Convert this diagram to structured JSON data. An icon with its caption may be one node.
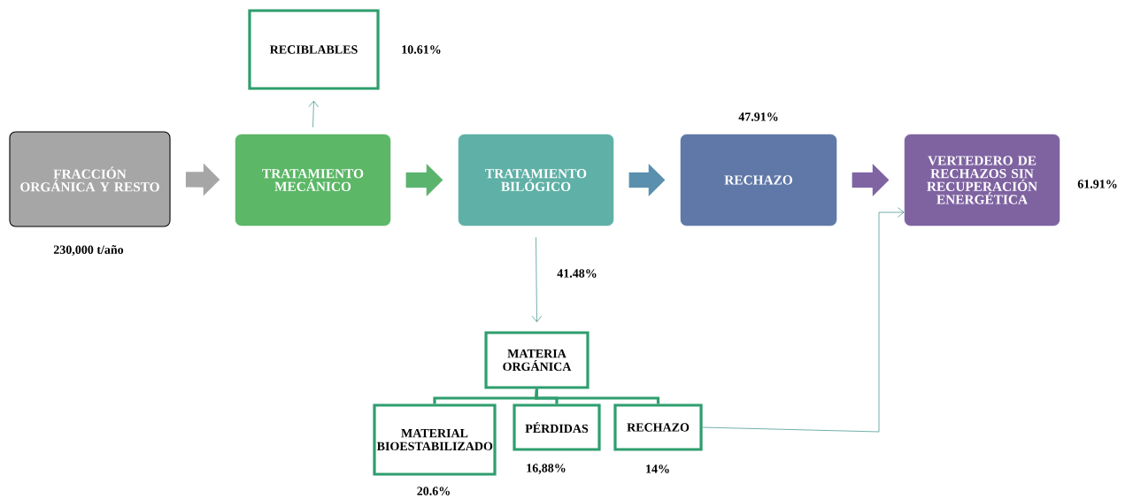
{
  "diagram": {
    "nodes": [
      {
        "text": [
          "FRACCIÓN ORGÁNICA Y RESTO"
        ],
        "beside": [
          "230,000 t/año"
        ]
      },
      {
        "text": [
          "RECIBLABLES"
        ],
        "beside": [
          "10.61%"
        ]
      },
      {
        "text": [
          "TRATAMIENTO MECÁNICO"
        ]
      },
      {
        "text": [
          "TRATAMIENTO BILÓGICO"
        ]
      },
      {
        "text": [
          "RECHAZO"
        ],
        "beside": [
          "47.91%"
        ]
      },
      {
        "text": [
          "VERTEDERO DE RECHAZOS SIN RECUPERACIÓN ENERGÉTICA"
        ],
        "beside": [
          "61.91%"
        ]
      },
      {
        "text": [
          "MATERIA ORGÁNICA"
        ]
      },
      {
        "text": [
          "MATERIAL BIOESTABILIZADO"
        ],
        "beside": [
          "20.6%"
        ]
      },
      {
        "text": [
          "PÉRDIDAS"
        ],
        "beside": [
          "16,88%"
        ]
      },
      {
        "text": [
          "RECHAZO"
        ],
        "beside": [
          "14%"
        ]
      }
    ],
    "edges": [
      {
        "from": 0,
        "to": 2,
        "arrow": "to",
        "style": "thick",
        "color": "#a6a6a6"
      },
      {
        "from": 2,
        "to": 1,
        "arrow": "to"
      },
      {
        "from": 2,
        "to": 3,
        "arrow": "to",
        "style": "thick",
        "color": "#5bb46e"
      },
      {
        "from": 3,
        "to": 4,
        "arrow": "to",
        "style": "thick",
        "color": "#5b8fae"
      },
      {
        "from": 4,
        "to": 5,
        "arrow": "to",
        "style": "thick",
        "color": "#8064a2"
      },
      {
        "from": 3,
        "to": 6,
        "arrow": "to",
        "label": "41.48%"
      },
      {
        "from": 6,
        "to": 7,
        "arrow": "none"
      },
      {
        "from": 6,
        "to": 8,
        "arrow": "none"
      },
      {
        "from": 6,
        "to": 9,
        "arrow": "none"
      },
      {
        "from": 9,
        "to": 5,
        "arrow": "to"
      }
    ]
  }
}
